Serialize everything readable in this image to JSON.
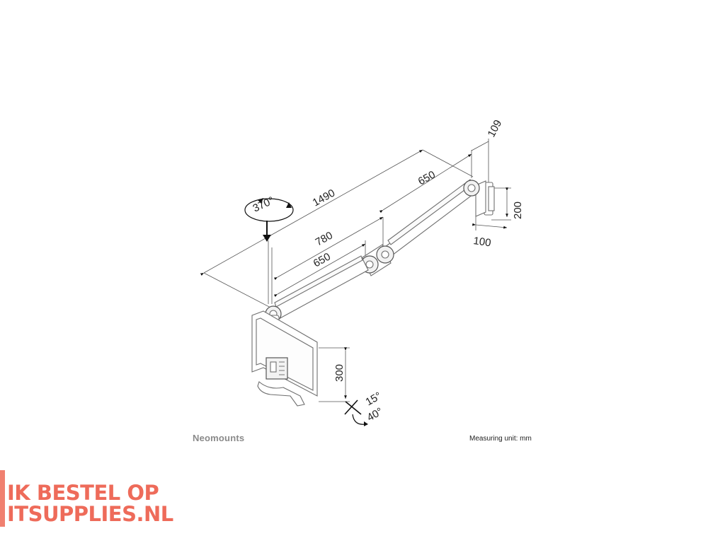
{
  "dimensions": {
    "d1490": "1490",
    "d780": "780",
    "d650a": "650",
    "d650b": "650",
    "d109": "109",
    "d200": "200",
    "d100": "100",
    "d300": "300",
    "rot370": "370°",
    "tilt15": "15°",
    "tilt40": "40°"
  },
  "footer": {
    "brand": "Neomounts",
    "measuring_unit": "Measuring unit: mm"
  },
  "promo": {
    "line1": "IK BESTEL OP",
    "line2": "ITSUPPLIES.NL"
  }
}
